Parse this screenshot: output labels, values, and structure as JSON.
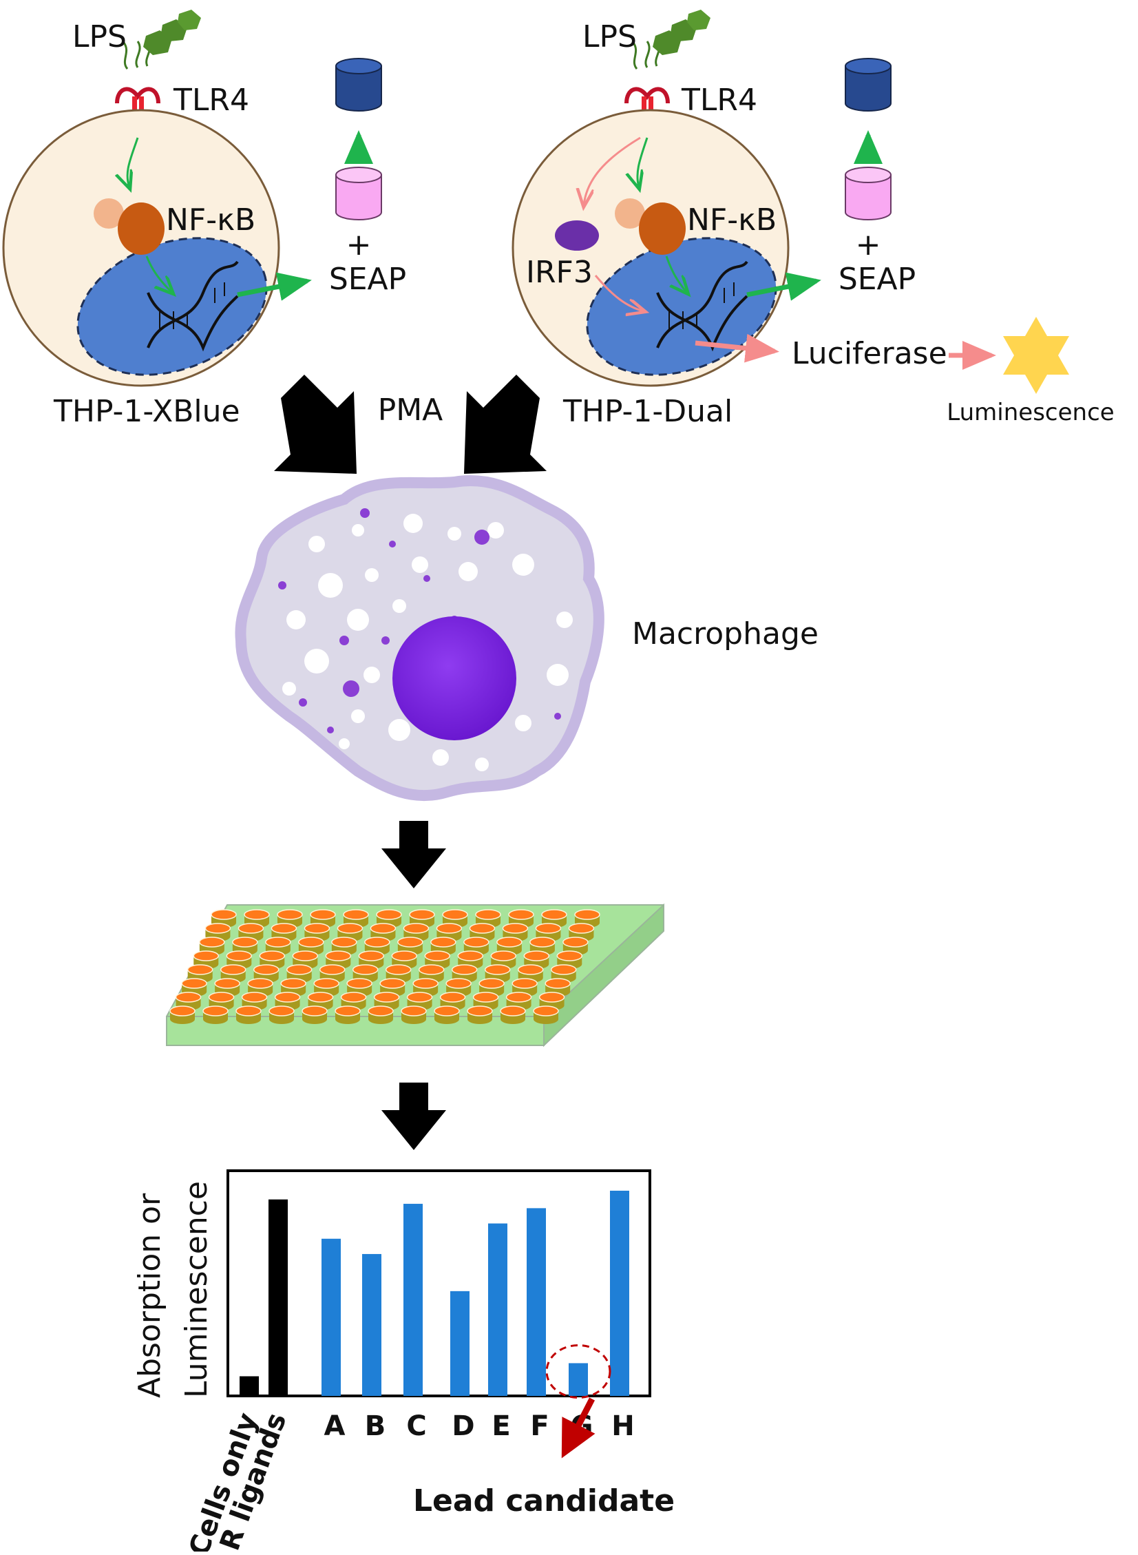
{
  "left_panel": {
    "lps": "LPS",
    "tlr4": "TLR4",
    "nfkb": "NF-κB",
    "plus": "+",
    "seap": "SEAP",
    "cell_line": "THP-1-XBlue"
  },
  "right_panel": {
    "lps": "LPS",
    "tlr4": "TLR4",
    "nfkb": "NF-κB",
    "irf3": "IRF3",
    "plus": "+",
    "seap": "SEAP",
    "luciferase": "Luciferase",
    "luminescence": "Luminescence",
    "cell_line": "THP-1-Dual"
  },
  "pma": "PMA",
  "macrophage": "Macrophage",
  "colors": {
    "cell_fill": "#fbf0df",
    "cell_stroke": "#7a5c3a",
    "nucleus": "#4f7fcf",
    "nfkb": "#c75a12",
    "nfkb_light": "#f2b48c",
    "irf3": "#6a2fa8",
    "green_arrow": "#1fb44d",
    "pink_arrow": "#f58c8c",
    "seap_substrate": "#f9a9f2",
    "seap_product": "#27498f",
    "star": "#ffd54f",
    "macrophage_fill": "#dcd9e8",
    "macrophage_edge": "#c5b8e2",
    "macrophage_nucleus": "#7a24e0",
    "well_orange": "#ff7a1a",
    "well_olive": "#a79a1f",
    "plate_green": "#a7e39b",
    "bar_control": "#000000",
    "bar_sample": "#1f7fd6",
    "highlight": "#c00000"
  },
  "icons": {
    "lps": "lps-molecule-icon",
    "tlr4": "tlr4-receptor-icon",
    "dna": "dna-helix-icon",
    "plate": "96-well-plate-icon",
    "star": "luminescence-star-icon"
  },
  "chart_data": {
    "type": "bar",
    "ylabel_line1": "Absorption or",
    "ylabel_line2": "Luminescence",
    "categories": [
      "Cells only",
      "TLR ligands",
      "A",
      "B",
      "C",
      "D",
      "E",
      "F",
      "G",
      "H"
    ],
    "values": [
      9,
      90,
      72,
      65,
      88,
      48,
      79,
      86,
      15,
      94
    ],
    "series_types": [
      "control",
      "control",
      "sample",
      "sample",
      "sample",
      "sample",
      "sample",
      "sample",
      "sample",
      "sample"
    ],
    "ylim": [
      0,
      100
    ],
    "highlight_index": 8,
    "annotation": "Lead candidate",
    "grid": false
  }
}
